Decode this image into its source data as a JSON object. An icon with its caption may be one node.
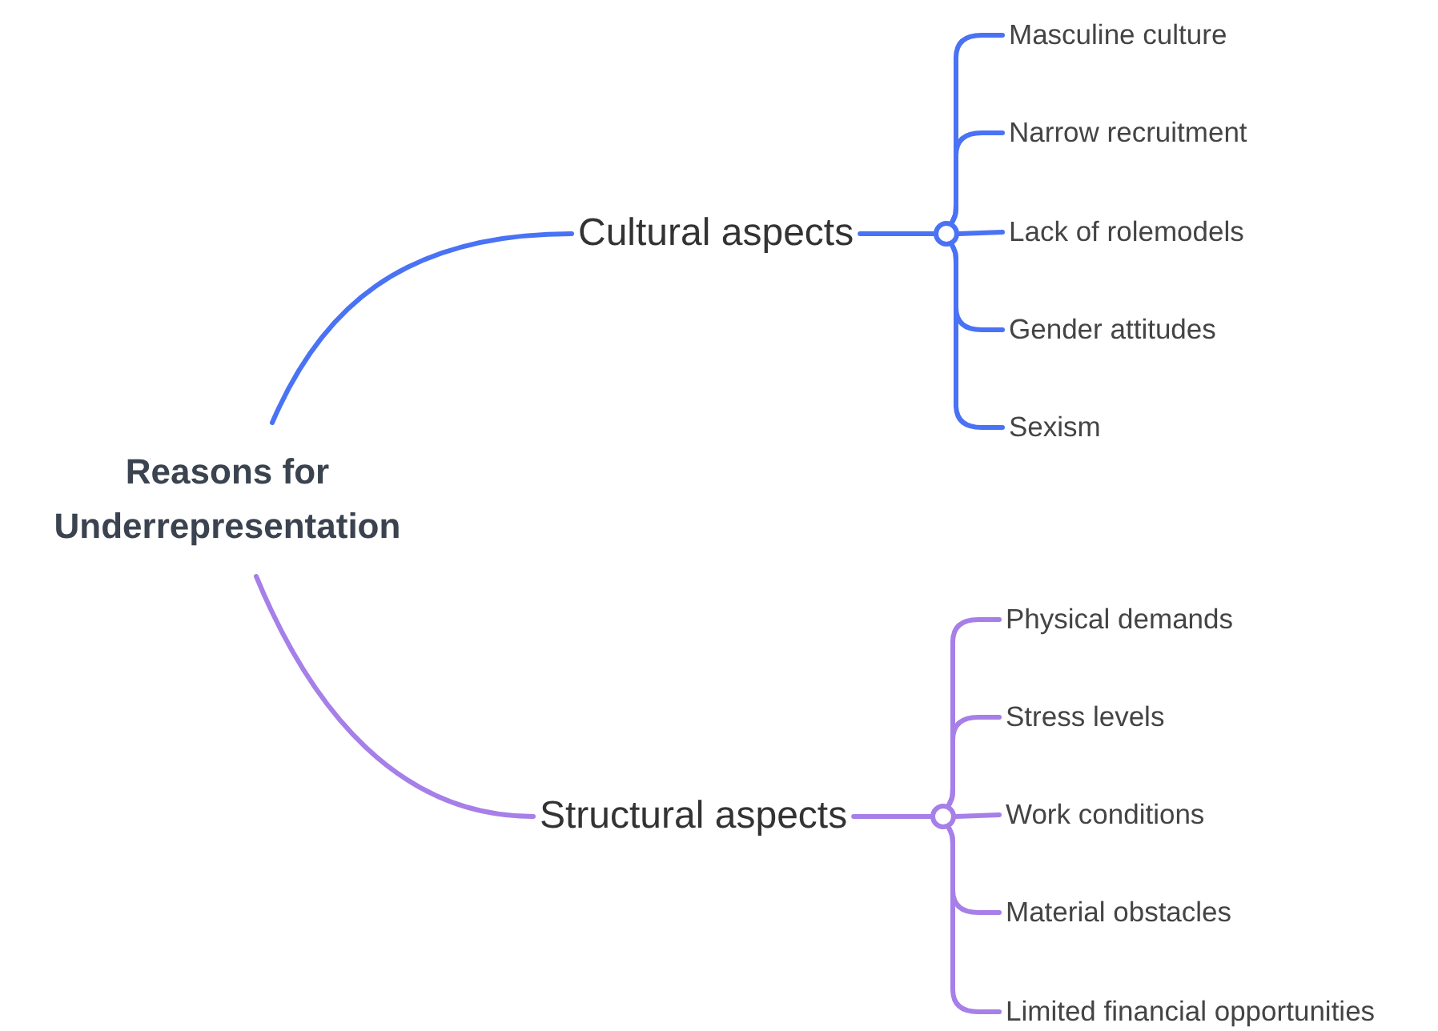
{
  "diagram": {
    "nodes": [
      {
        "text": [
          "Reasons for Underrepresentation"
        ]
      },
      {
        "text": [
          "Cultural aspects"
        ]
      },
      {
        "text": [],
        "shape": "circle"
      },
      {
        "text": [
          "Masculine culture"
        ]
      },
      {
        "text": [
          "Narrow recruitment"
        ]
      },
      {
        "text": [
          "Lack of rolemodels"
        ]
      },
      {
        "text": [
          "Gender attitudes"
        ]
      },
      {
        "text": [
          "Sexism"
        ]
      },
      {
        "text": [
          "Structural aspects"
        ]
      },
      {
        "text": [],
        "shape": "circle"
      },
      {
        "text": [
          "Physical demands"
        ]
      },
      {
        "text": [
          "Stress levels"
        ]
      },
      {
        "text": [
          "Work conditions"
        ]
      },
      {
        "text": [
          "Material obstacles"
        ]
      },
      {
        "text": [
          "Limited financial opportunities"
        ]
      }
    ],
    "edges": [
      {
        "from": 0,
        "to": 1,
        "arrow": "none",
        "color": "#4a72f5"
      },
      {
        "from": 1,
        "to": 2,
        "arrow": "none",
        "color": "#4a72f5"
      },
      {
        "from": 2,
        "to": 3,
        "arrow": "none",
        "color": "#4a72f5"
      },
      {
        "from": 2,
        "to": 4,
        "arrow": "none",
        "color": "#4a72f5"
      },
      {
        "from": 2,
        "to": 5,
        "arrow": "none",
        "color": "#4a72f5"
      },
      {
        "from": 2,
        "to": 6,
        "arrow": "none",
        "color": "#4a72f5"
      },
      {
        "from": 2,
        "to": 7,
        "arrow": "none",
        "color": "#4a72f5"
      },
      {
        "from": 0,
        "to": 8,
        "arrow": "none",
        "color": "#a67fe8"
      },
      {
        "from": 8,
        "to": 9,
        "arrow": "none",
        "color": "#a67fe8"
      },
      {
        "from": 9,
        "to": 10,
        "arrow": "none",
        "color": "#a67fe8"
      },
      {
        "from": 9,
        "to": 11,
        "arrow": "none",
        "color": "#a67fe8"
      },
      {
        "from": 9,
        "to": 12,
        "arrow": "none",
        "color": "#a67fe8"
      },
      {
        "from": 9,
        "to": 13,
        "arrow": "none",
        "color": "#a67fe8"
      },
      {
        "from": 9,
        "to": 14,
        "arrow": "none",
        "color": "#a67fe8"
      }
    ]
  }
}
